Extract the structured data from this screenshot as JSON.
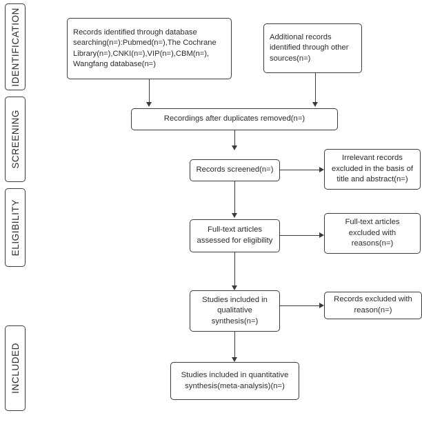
{
  "diagram": {
    "type": "prisma-flow-diagram",
    "stages": [
      {
        "id": "identification",
        "label": "IDENTIFICATION"
      },
      {
        "id": "screening",
        "label": "SCREENING"
      },
      {
        "id": "eligibility",
        "label": "ELIGIBILITY"
      },
      {
        "id": "included",
        "label": "INCLUDED"
      }
    ],
    "boxes": {
      "database_search": "Records identified through database searching(n=):Pubmed(n=),The Cochrane Library(n=),CNKI(n=),VIP(n=),CBM(n=), Wangfang database(n=)",
      "other_sources": "Additional records identified through other sources(n=)",
      "duplicates_removed": "Recordings after duplicates removed(n=)",
      "records_screened": "Records screened(n=)",
      "irrelevant_excluded": "Irrelevant records excluded in the basis of title and abstract(n=)",
      "fulltext_assessed": "Full-text articles assessed for eligibility",
      "fulltext_excluded": "Full-text articles excluded with reasons(n=)",
      "qualitative_synthesis": "Studies included in qualitative synthesis(n=)",
      "records_excluded_reason": "Records excluded with reason(n=)",
      "quantitative_synthesis": "Studies included in quantitative synthesis(meta-analysis)(n=)"
    },
    "colors": {
      "stroke": "#3b3b3b",
      "text": "#2b2b2b",
      "background": "#ffffff"
    }
  }
}
